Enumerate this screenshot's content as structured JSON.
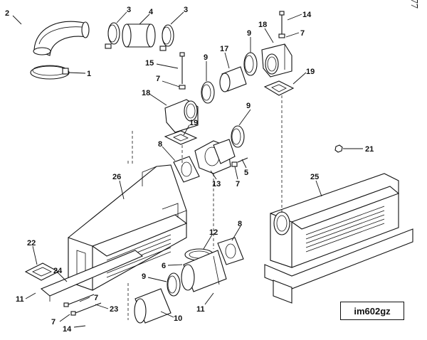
{
  "figure": {
    "id_label": "im602gz",
    "corner_mark": "77"
  },
  "callouts": [
    "1",
    "2",
    "3",
    "3",
    "4",
    "5",
    "6",
    "7",
    "7",
    "7",
    "7",
    "7",
    "8",
    "8",
    "9",
    "9",
    "9",
    "9",
    "10",
    "11",
    "11",
    "12",
    "13",
    "14",
    "14",
    "15",
    "17",
    "18",
    "18",
    "19",
    "19",
    "21",
    "22",
    "23",
    "24",
    "25",
    "26"
  ]
}
